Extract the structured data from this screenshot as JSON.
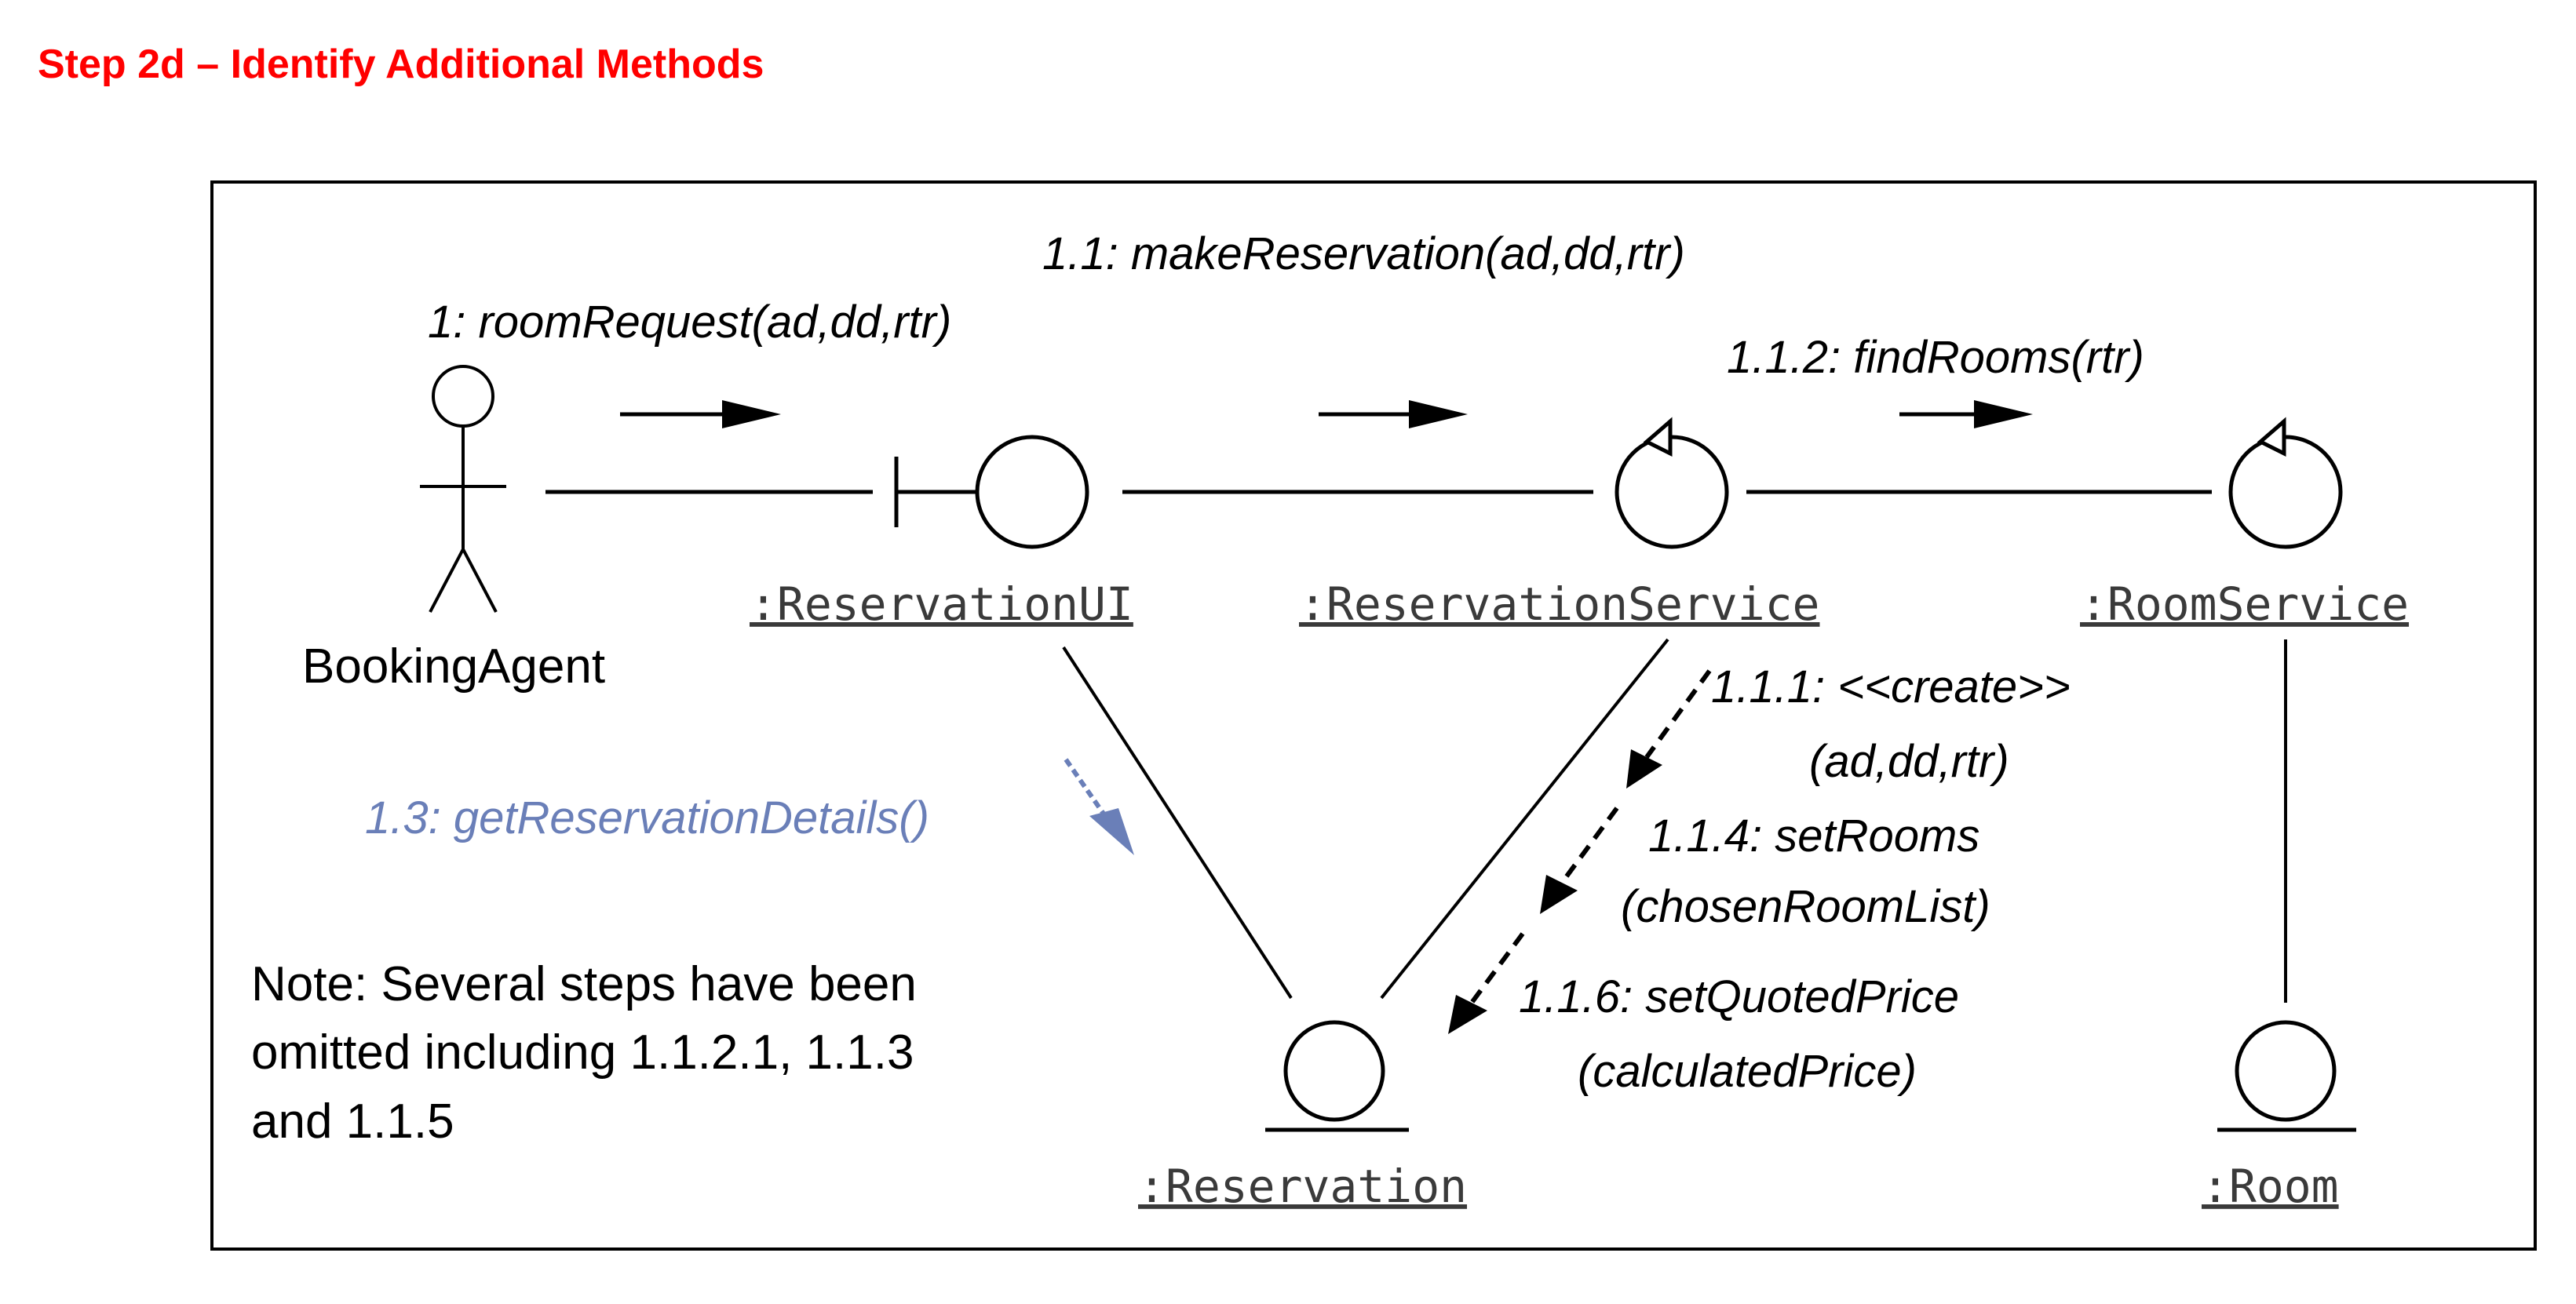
{
  "heading": "Step 2d – Identify Additional Methods",
  "diagram": {
    "actor": {
      "name": "BookingAgent"
    },
    "objects": {
      "reservation_ui": ":ReservationUI",
      "reservation_service": ":ReservationService",
      "room_service": ":RoomService",
      "reservation": ":Reservation",
      "room": ":Room"
    },
    "messages": {
      "m1": "1: roomRequest(ad,dd,rtr)",
      "m1_1": "1.1: makeReservation(ad,dd,rtr)",
      "m1_1_2": "1.1.2: findRooms(rtr)",
      "m1_1_1_a": "1.1.1: <<create>>",
      "m1_1_1_b": "(ad,dd,rtr)",
      "m1_1_4_a": "1.1.4: setRooms",
      "m1_1_4_b": "(chosenRoomList)",
      "m1_1_6_a": "1.1.6: setQuotedPrice",
      "m1_1_6_b": "(calculatedPrice)",
      "m1_3": "1.3: getReservationDetails()"
    },
    "note": {
      "line1": "Note: Several steps have been",
      "line2": "omitted including 1.1.2.1, 1.1.3",
      "line3": "and 1.1.5"
    },
    "colors": {
      "heading": "#ff0000",
      "added_message": "#6a7fb8"
    }
  }
}
